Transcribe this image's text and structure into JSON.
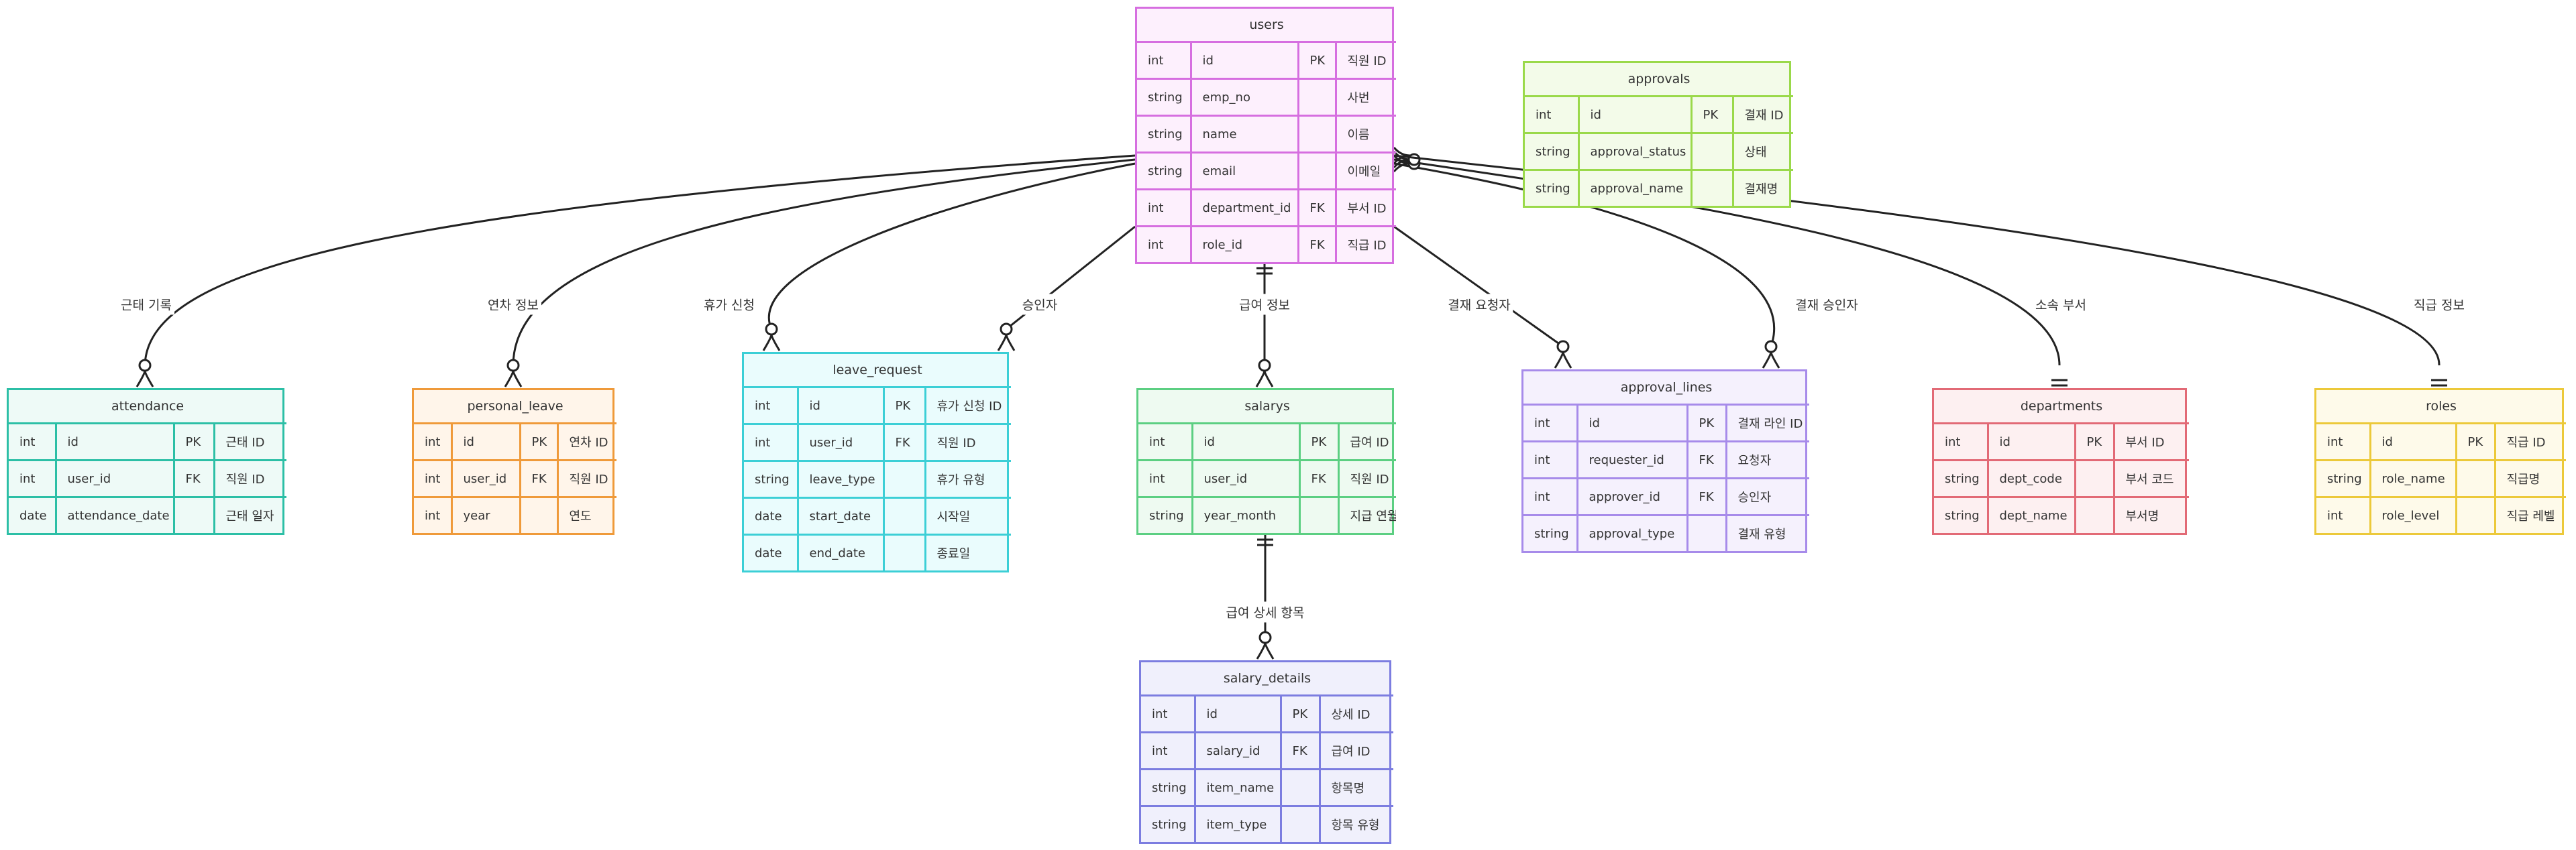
{
  "diagram": {
    "entities": [
      {
        "id": "users",
        "name": "users",
        "border": "#d66ee0",
        "fill": "#fdf0fd",
        "rows": [
          [
            "int",
            "id",
            "PK",
            "직원 ID"
          ],
          [
            "string",
            "emp_no",
            "",
            "사번"
          ],
          [
            "string",
            "name",
            "",
            "이름"
          ],
          [
            "string",
            "email",
            "",
            "이메일"
          ],
          [
            "int",
            "department_id",
            "FK",
            "부서 ID"
          ],
          [
            "int",
            "role_id",
            "FK",
            "직급 ID"
          ]
        ]
      },
      {
        "id": "approvals",
        "name": "approvals",
        "border": "#9ad94a",
        "fill": "#f3fbe9",
        "rows": [
          [
            "int",
            "id",
            "PK",
            "결재 ID"
          ],
          [
            "string",
            "approval_status",
            "",
            "상태"
          ],
          [
            "string",
            "approval_name",
            "",
            "결재명"
          ]
        ]
      },
      {
        "id": "attendance",
        "name": "attendance",
        "border": "#2cbfa6",
        "fill": "#eefaf7",
        "rows": [
          [
            "int",
            "id",
            "PK",
            "근태 ID"
          ],
          [
            "int",
            "user_id",
            "FK",
            "직원 ID"
          ],
          [
            "date",
            "attendance_date",
            "",
            "근태 일자"
          ]
        ]
      },
      {
        "id": "personal_leave",
        "name": "personal_leave",
        "border": "#ef9a3a",
        "fill": "#fff5ea",
        "rows": [
          [
            "int",
            "id",
            "PK",
            "연차 ID"
          ],
          [
            "int",
            "user_id",
            "FK",
            "직원 ID"
          ],
          [
            "int",
            "year",
            "",
            "연도"
          ]
        ]
      },
      {
        "id": "leave_request",
        "name": "leave_request",
        "border": "#3ccfd6",
        "fill": "#eafcfd",
        "rows": [
          [
            "int",
            "id",
            "PK",
            "휴가 신청 ID"
          ],
          [
            "int",
            "user_id",
            "FK",
            "직원 ID"
          ],
          [
            "string",
            "leave_type",
            "",
            "휴가 유형"
          ],
          [
            "date",
            "start_date",
            "",
            "시작일"
          ],
          [
            "date",
            "end_date",
            "",
            "종료일"
          ]
        ]
      },
      {
        "id": "salarys",
        "name": "salarys",
        "border": "#5ccf82",
        "fill": "#eefaf1",
        "rows": [
          [
            "int",
            "id",
            "PK",
            "급여 ID"
          ],
          [
            "int",
            "user_id",
            "FK",
            "직원 ID"
          ],
          [
            "string",
            "year_month",
            "",
            "지급 연월"
          ]
        ]
      },
      {
        "id": "approval_lines",
        "name": "approval_lines",
        "border": "#a78bea",
        "fill": "#f5f1fd",
        "rows": [
          [
            "int",
            "id",
            "PK",
            "결재 라인 ID"
          ],
          [
            "int",
            "requester_id",
            "FK",
            "요청자"
          ],
          [
            "int",
            "approver_id",
            "FK",
            "승인자"
          ],
          [
            "string",
            "approval_type",
            "",
            "결재 유형"
          ]
        ]
      },
      {
        "id": "departments",
        "name": "departments",
        "border": "#e26a76",
        "fill": "#fdf0f1",
        "rows": [
          [
            "int",
            "id",
            "PK",
            "부서 ID"
          ],
          [
            "string",
            "dept_code",
            "",
            "부서 코드"
          ],
          [
            "string",
            "dept_name",
            "",
            "부서명"
          ]
        ]
      },
      {
        "id": "roles",
        "name": "roles",
        "border": "#ecc93a",
        "fill": "#fefaea",
        "rows": [
          [
            "int",
            "id",
            "PK",
            "직급 ID"
          ],
          [
            "string",
            "role_name",
            "",
            "직급명"
          ],
          [
            "int",
            "role_level",
            "",
            "직급 레벨"
          ]
        ]
      },
      {
        "id": "salary_details",
        "name": "salary_details",
        "border": "#7c7de0",
        "fill": "#f0f0fc",
        "rows": [
          [
            "int",
            "id",
            "PK",
            "상세 ID"
          ],
          [
            "int",
            "salary_id",
            "FK",
            "급여 ID"
          ],
          [
            "string",
            "item_name",
            "",
            "항목명"
          ],
          [
            "string",
            "item_type",
            "",
            "항목 유형"
          ]
        ]
      }
    ],
    "relationships": [
      {
        "from": "users",
        "to": "attendance",
        "label": "근태 기록",
        "from_end": "one",
        "to_end": "zero-or-many"
      },
      {
        "from": "users",
        "to": "personal_leave",
        "label": "연차 정보",
        "from_end": "one",
        "to_end": "zero-or-many"
      },
      {
        "from": "users",
        "to": "leave_request",
        "label": "휴가 신청",
        "from_end": "exactly-one",
        "to_end": "zero-or-many"
      },
      {
        "from": "users",
        "to": "leave_request",
        "label": "승인자",
        "from_end": "exactly-one",
        "to_end": "zero-or-many"
      },
      {
        "from": "users",
        "to": "salarys",
        "label": "급여 정보",
        "from_end": "exactly-one",
        "to_end": "zero-or-many"
      },
      {
        "from": "users",
        "to": "approval_lines",
        "label": "결재 요청자",
        "from_end": "exactly-one",
        "to_end": "zero-or-many"
      },
      {
        "from": "users",
        "to": "approval_lines",
        "label": "결재 승인자",
        "from_end": "zero-or-many",
        "to_end": "zero-or-many"
      },
      {
        "from": "users",
        "to": "departments",
        "label": "소속 부서",
        "from_end": "zero-or-many",
        "to_end": "exactly-one"
      },
      {
        "from": "users",
        "to": "roles",
        "label": "직급 정보",
        "from_end": "many",
        "to_end": "exactly-one"
      },
      {
        "from": "salarys",
        "to": "salary_details",
        "label": "급여 상세 항목",
        "from_end": "exactly-one",
        "to_end": "zero-or-many"
      }
    ]
  }
}
